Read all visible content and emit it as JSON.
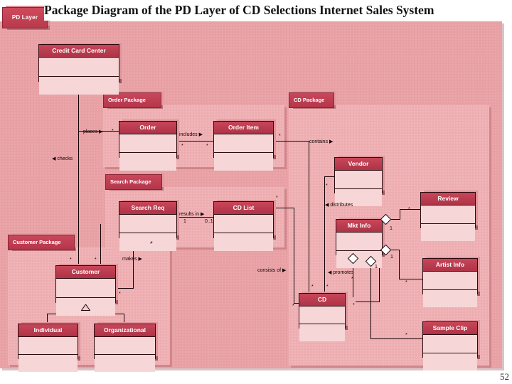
{
  "slide": {
    "title": "Package Diagram of the PD Layer of CD Selections Internet Sales System",
    "page_number": "52",
    "outer_package_label": "PD Layer",
    "background_color": "#e8a0a4",
    "package_fill_color": "#eeaeb1",
    "class_header_color": "#c04054",
    "class_body_color": "#f6d6d6",
    "line_color": "#140306"
  },
  "packages": [
    {
      "name": "order-package",
      "label": "Order Package"
    },
    {
      "name": "cd-package",
      "label": "CD Package"
    },
    {
      "name": "search-package",
      "label": "Search Package"
    },
    {
      "name": "customer-package",
      "label": "Customer Package"
    }
  ],
  "classes": [
    {
      "name": "credit-card-center",
      "label": "Credit Card Center",
      "package": ""
    },
    {
      "name": "order",
      "label": "Order",
      "package": "order-package"
    },
    {
      "name": "order-item",
      "label": "Order Item",
      "package": "order-package"
    },
    {
      "name": "search-req",
      "label": "Search Req",
      "package": "search-package"
    },
    {
      "name": "cd-list",
      "label": "CD List",
      "package": "search-package"
    },
    {
      "name": "customer",
      "label": "Customer",
      "package": "customer-package"
    },
    {
      "name": "individual",
      "label": "Individual",
      "package": "customer-package"
    },
    {
      "name": "organizational",
      "label": "Organizational",
      "package": "customer-package"
    },
    {
      "name": "vendor",
      "label": "Vendor",
      "package": "cd-package"
    },
    {
      "name": "mkt-info",
      "label": "Mkt Info",
      "package": "cd-package"
    },
    {
      "name": "review",
      "label": "Review",
      "package": "cd-package"
    },
    {
      "name": "artist-info",
      "label": "Artist Info",
      "package": "cd-package"
    },
    {
      "name": "cd",
      "label": "CD",
      "package": "cd-package"
    },
    {
      "name": "sample-clip",
      "label": "Sample Clip",
      "package": "cd-package"
    }
  ],
  "associations": [
    {
      "name": "places",
      "label": "places ▶"
    },
    {
      "name": "checks",
      "label": "◀ checks"
    },
    {
      "name": "includes",
      "label": "includes ▶"
    },
    {
      "name": "contains",
      "label": "contains ▶"
    },
    {
      "name": "results-in",
      "label": "results in ▶"
    },
    {
      "name": "makes",
      "label": "makes ▶"
    },
    {
      "name": "distributes",
      "label": "◀ distributes"
    },
    {
      "name": "promotes",
      "label": "◀ promotes"
    },
    {
      "name": "consists-of",
      "label": "consists of ▶"
    }
  ],
  "multiplicities": {
    "places_order": "*",
    "includes_left": "*",
    "includes_right": "*",
    "order_item_right": "*",
    "results_in_left": "1",
    "results_in_right": "0..1",
    "cd_list_top": "*",
    "customer_left": "*",
    "customer_mid": "*",
    "customer_makes": "*",
    "customer_right": "*",
    "vendor_distributes": "*",
    "review_many": "*",
    "mkt_info_review_one": "1",
    "mkt_info_artist_one": "1",
    "mkt_info_clip_one": "1",
    "mkt_info_cd_many": "*",
    "cd_left_many": "*",
    "cd_right_many": "*",
    "cd_promotes_many": "*",
    "cd_consists_many": "*",
    "artist_info_down": "*",
    "sample_clip_up": "*",
    "order_item_cd": "*"
  }
}
